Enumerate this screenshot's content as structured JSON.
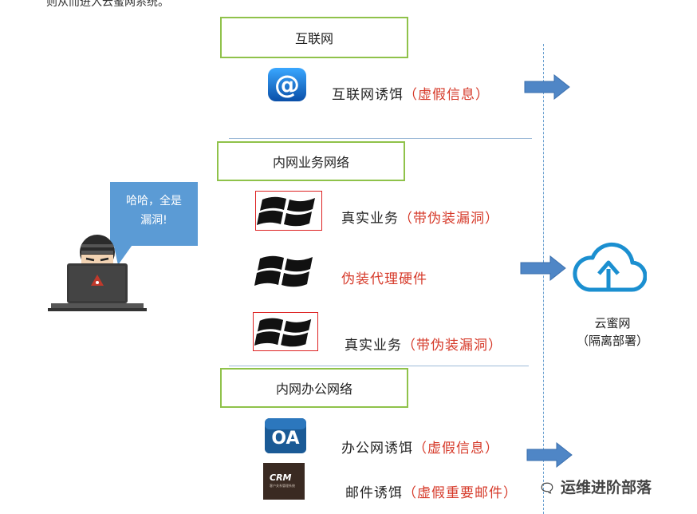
{
  "top_cut_text": "则从而进入云蜜网系统。",
  "sections": {
    "internet": "互联网",
    "intranet_business": "内网业务网络",
    "intranet_office": "内网办公网络"
  },
  "rows": {
    "internet_lure": {
      "label": "互联网诱饵",
      "tag": "（虚假信息）"
    },
    "real_service_1": {
      "label": "真实业务",
      "tag": "（带伪装漏洞）"
    },
    "proxy_hardware": {
      "label": "",
      "tag": "伪装代理硬件"
    },
    "real_service_2": {
      "label": "真实业务",
      "tag": "（带伪装漏洞）"
    },
    "office_lure": {
      "label": "办公网诱饵",
      "tag": "（虚假信息）"
    },
    "mail_lure": {
      "label": "邮件诱饵",
      "tag": "（虚假重要邮件）"
    }
  },
  "hacker_speech": {
    "line1": "哈哈，全是",
    "line2": "漏洞!"
  },
  "cloud": {
    "line1": "云蜜网",
    "line2": "（隔离部署）"
  },
  "icons": {
    "internet": {
      "glyph": "@",
      "name": "at-sign-icon"
    },
    "oa": {
      "text": "OA",
      "name": "oa-app-icon"
    },
    "crm": {
      "text": "CRM",
      "subtext": "客户关系管理系统",
      "name": "crm-app-icon"
    }
  },
  "watermark": "运维进阶部落",
  "colors": {
    "accent_red": "#d63a2a",
    "box_border": "#8fc24a",
    "arrow_blue": "#4f86c6"
  }
}
